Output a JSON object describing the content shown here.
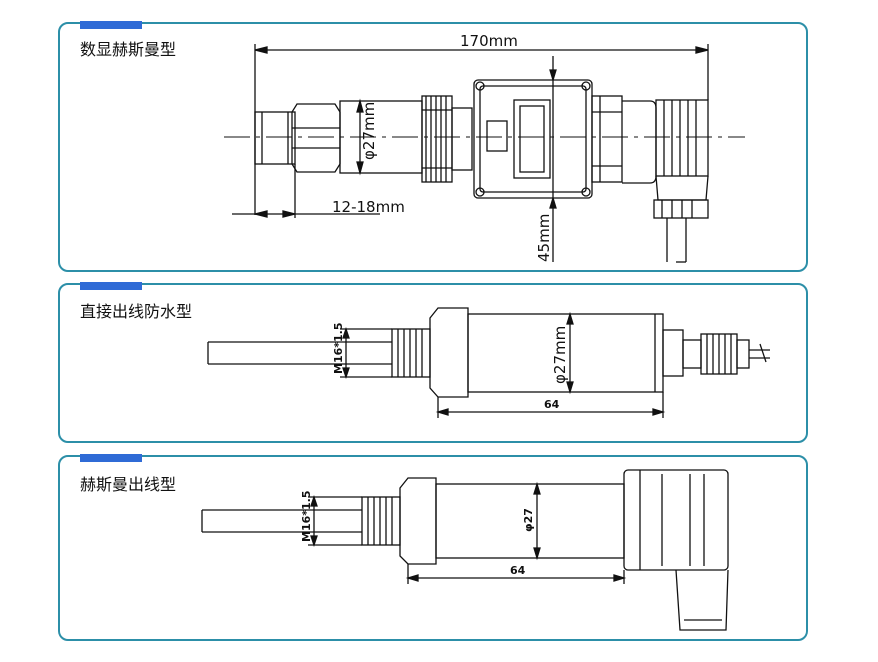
{
  "accent": "#2c8fa8",
  "tab_color": "#2f6bd6",
  "panels": {
    "p1": {
      "title": "数显赫斯曼型",
      "dim_length": "170mm",
      "dim_dia": "φ27mm",
      "dim_thread": "12-18mm",
      "dim_height": "45mm"
    },
    "p2": {
      "title": "直接出线防水型",
      "dim_thread": "M16*1.5",
      "dim_dia": "φ27mm",
      "dim_length": "64"
    },
    "p3": {
      "title": "赫斯曼出线型",
      "dim_thread": "M16*1.5",
      "dim_dia": "φ27",
      "dim_length": "64"
    }
  }
}
